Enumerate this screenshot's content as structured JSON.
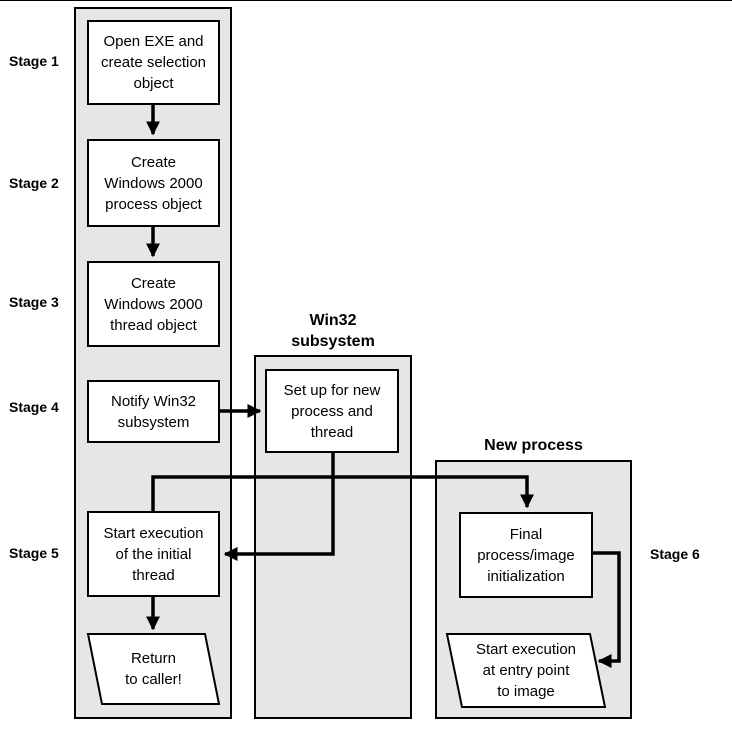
{
  "stages": {
    "s1": "Stage 1",
    "s2": "Stage 2",
    "s3": "Stage 3",
    "s4": "Stage 4",
    "s5": "Stage 5",
    "s6": "Stage 6"
  },
  "lanes": {
    "win32": "Win32\nsubsystem",
    "new_process": "New process"
  },
  "boxes": {
    "open_exe": "Open EXE and\ncreate selection\nobject",
    "create_process": "Create\nWindows 2000\nprocess object",
    "create_thread": "Create\nWindows 2000\nthread object",
    "notify_win32": "Notify Win32\nsubsystem",
    "setup_new": "Set up for new\nprocess and\nthread",
    "start_exec_initial": "Start execution\nof the initial\nthread",
    "return_caller": "Return\nto caller!",
    "final_init": "Final\nprocess/image\ninitialization",
    "start_entry": "Start execution\nat entry point\nto image"
  }
}
